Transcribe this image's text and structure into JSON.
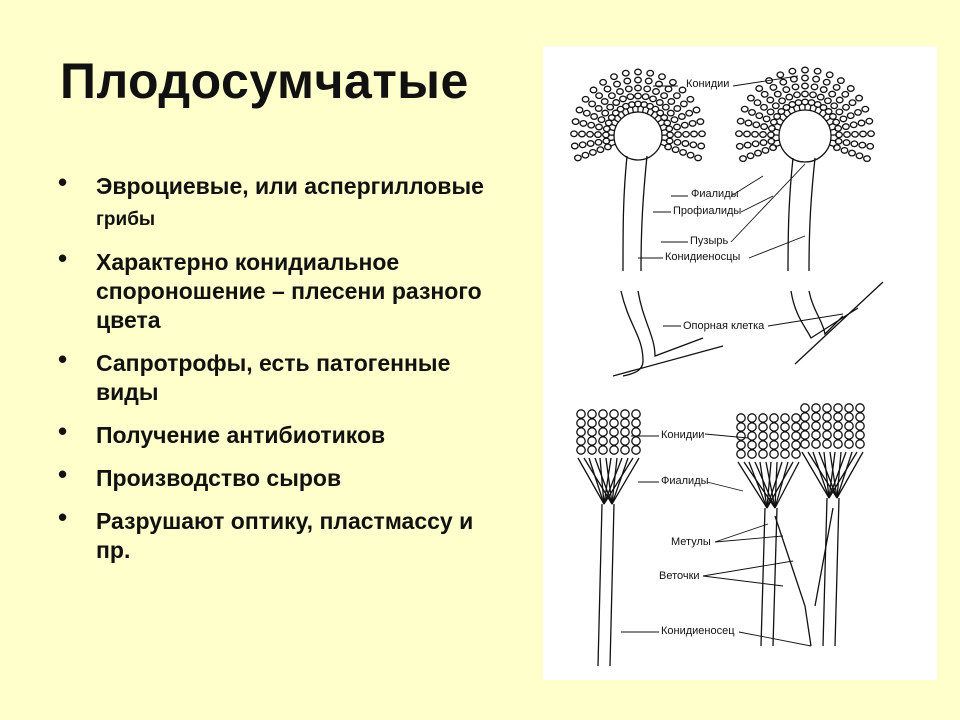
{
  "slide": {
    "title": "Плодосумчатые",
    "bullets": [
      {
        "text": "Эвроциевые, или аспергилловые",
        "suffix": " грибы"
      },
      {
        "text": "Характерно конидиальное спороношение – плесени разного цвета"
      },
      {
        "text": "Сапротрофы, есть патогенные виды"
      },
      {
        "text": "Получение антибиотиков"
      },
      {
        "text": "Производство сыров"
      },
      {
        "text": "Разрушают оптику, пластмассу и пр."
      }
    ]
  },
  "figure": {
    "labels": {
      "conidia_top": "Конидии",
      "phialides_top": "Фиалиды",
      "prophialides": "Профиалиды",
      "vesicle": "Пузырь",
      "conidiophores": "Конидиеносцы",
      "foot_cell": "Опорная клетка",
      "conidia_bottom": "Конидии",
      "phialides_bottom": "Фиалиды",
      "metulae": "Метулы",
      "branches": "Веточки",
      "conidiophore": "Конидиеносец"
    }
  }
}
